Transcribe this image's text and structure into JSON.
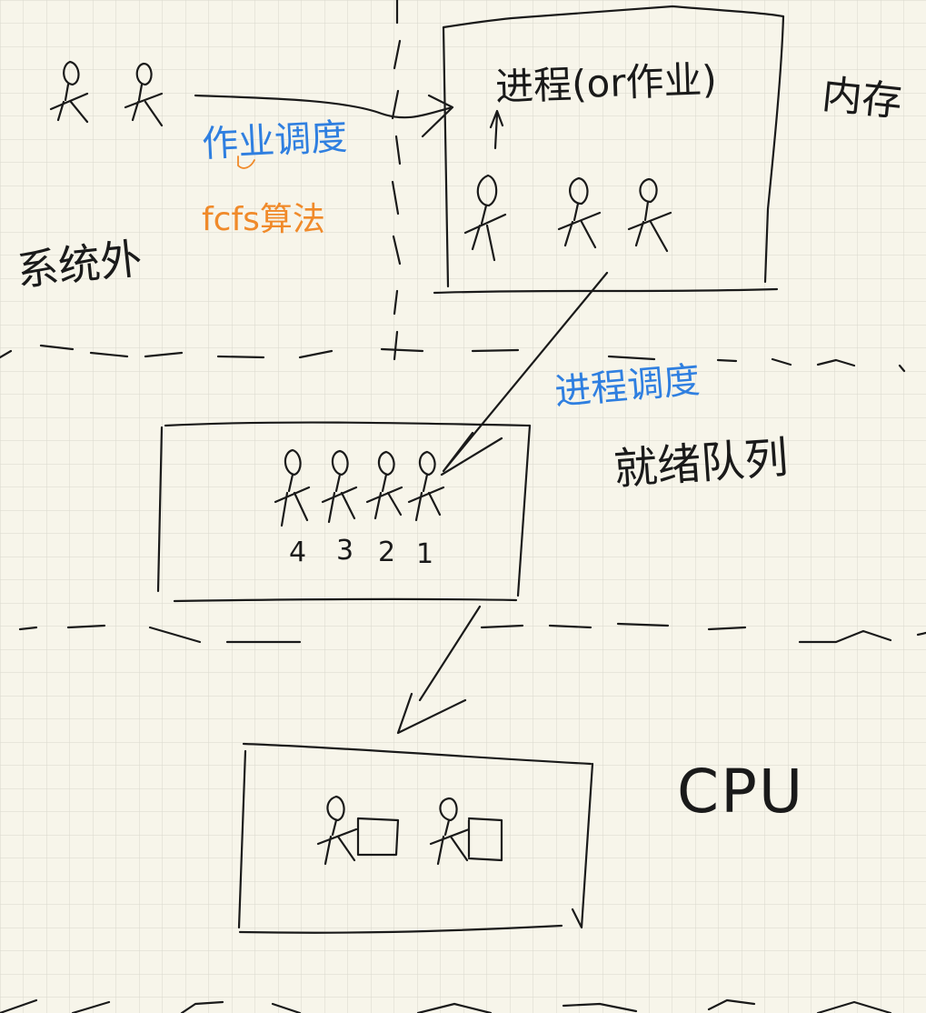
{
  "labels": {
    "outside_system": "系统外",
    "job_scheduling": "作业调度",
    "fcfs_algorithm": "fcfs算法",
    "process_box": "进程(or作业)",
    "memory": "内存",
    "process_scheduling": "进程调度",
    "ready_queue": "就绪队列",
    "cpu": "CPU",
    "queue_numbers": [
      "4",
      "3",
      "2",
      "1"
    ]
  },
  "colors": {
    "background": "#f7f5ea",
    "grid": "#d9d8cc",
    "ink": "#1a1a1a",
    "blue_ink": "#2f7fe0",
    "orange_ink": "#f08a2a"
  }
}
